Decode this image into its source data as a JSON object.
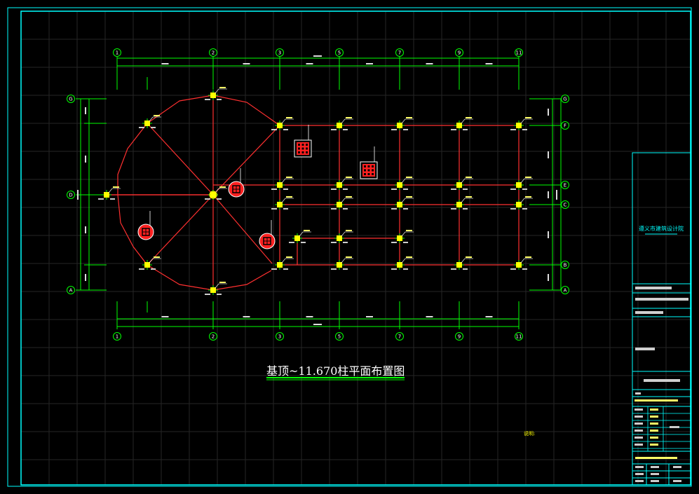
{
  "drawing_title": "基顶~11.670柱平面布置图",
  "institute": "遵义市建筑设计院",
  "note_label": "说明:",
  "grid_top": [
    "1",
    "2",
    "3",
    "5",
    "7",
    "9",
    "11"
  ],
  "grid_bottom": [
    "1",
    "2",
    "3",
    "5",
    "7",
    "9",
    "11"
  ],
  "grid_left": [
    "G",
    "D",
    "A"
  ],
  "grid_right": [
    "G",
    "F",
    "E",
    "C",
    "B",
    "A"
  ],
  "colors": {
    "frame": "#00ffff",
    "dimension": "#00ff00",
    "beam": "#ff3030",
    "column": "#ffff00",
    "grid_faint": "#2a2a2a"
  }
}
